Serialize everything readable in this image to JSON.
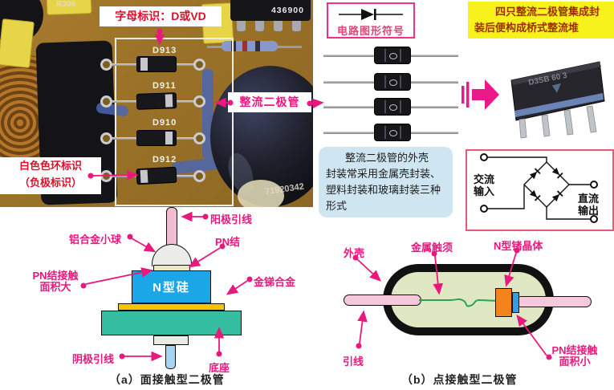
{
  "colors": {
    "accent_pink": "#e8187d",
    "label_red": "#d9122a",
    "yellow_note_bg": "#f8f21c",
    "blue_note_bg": "#cfe6f2",
    "n_silicon_blue": "#1ba6e8",
    "gold_layer": "#f6c400",
    "base_teal": "#35bda2",
    "germanium_orange": "#f5831c",
    "wire_green": "#2ba54c"
  },
  "photo": {
    "resistor_ref": "R306",
    "ic_marking": "436900",
    "board_code": "71920342",
    "diodes": [
      "D913",
      "D911",
      "D910",
      "D912"
    ],
    "callouts": {
      "letter": "字母标识：D或VD",
      "ring_line1": "白色色环标识",
      "ring_line2": "（负极标识）",
      "diode_name": "整流二极管"
    }
  },
  "symbol_box": {
    "label": "电路图形符号"
  },
  "yellow_note": {
    "line1": "四只整流二极管集成封",
    "line2": "装后便构成桥式整流堆"
  },
  "blue_note": {
    "line1": "整流二极管的外壳",
    "line2": "封装常采用金属壳封装、",
    "line3": "塑料封装和玻璃封装三种",
    "line4": "形式"
  },
  "bridge_photo": {
    "marking": "D3SB 60 3"
  },
  "bridge_schematic": {
    "ac_line1": "交流",
    "ac_line2": "输入",
    "dc_line1": "直流",
    "dc_line2": "输出"
  },
  "diagram_a": {
    "caption": "（a）面接触型二极管",
    "labels": {
      "anode_lead": "阳极引线",
      "aluminum_ball": "铝合金小球",
      "pn_junction": "PN结",
      "contact_line1": "PN结接触",
      "contact_line2": "面积大",
      "n_silicon": "N型硅",
      "gold_antimony": "金锑合金",
      "cathode_lead": "阴极引线",
      "base": "底座"
    }
  },
  "diagram_b": {
    "caption": "（b）点接触型二极管",
    "labels": {
      "shell": "外壳",
      "metal_whisker": "金属触须",
      "n_germanium": "N型锗晶体",
      "lead": "引线",
      "contact_line1": "PN结接触",
      "contact_line2": "面积小"
    }
  }
}
